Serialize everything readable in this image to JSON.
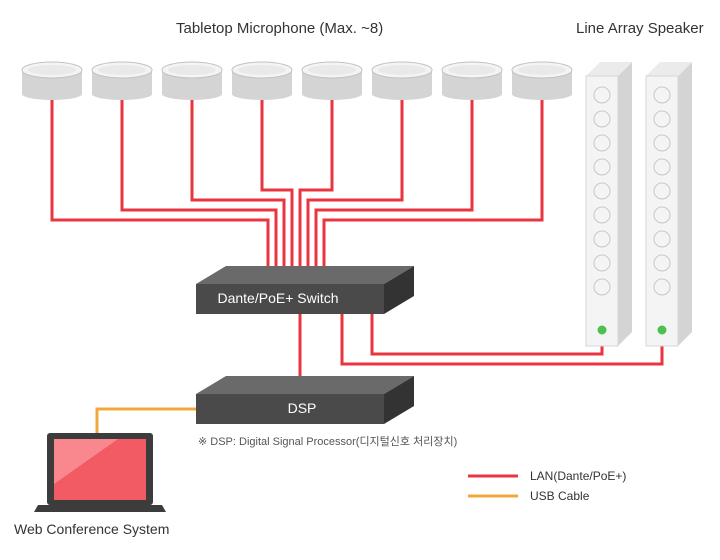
{
  "labels": {
    "microphone_title": "Tabletop Microphone (Max. ~8)",
    "speaker_title": "Line Array Speaker",
    "switch_label": "Dante/PoE+ Switch",
    "dsp_label": "DSP",
    "dsp_note": "※ DSP: Digital Signal Processor(디지털신호 처리장치)",
    "computer_label": "Web Conference System"
  },
  "legend": [
    {
      "label": "LAN(Dante/PoE+)",
      "color": "#e8353f"
    },
    {
      "label": "USB Cable",
      "color": "#f0a83c"
    }
  ],
  "colors": {
    "lan": "#e8353f",
    "usb": "#f0a83c",
    "device_dark": "#4a4a4a",
    "speaker_led": "#4cc24c",
    "laptop_screen": "#f25a64"
  },
  "counts": {
    "microphones": 8,
    "speakers": 2,
    "speaker_drivers": 9
  },
  "icons": {
    "microphone": "tabletop-microphone-icon",
    "speaker": "line-array-speaker-icon",
    "computer": "laptop-icon"
  }
}
